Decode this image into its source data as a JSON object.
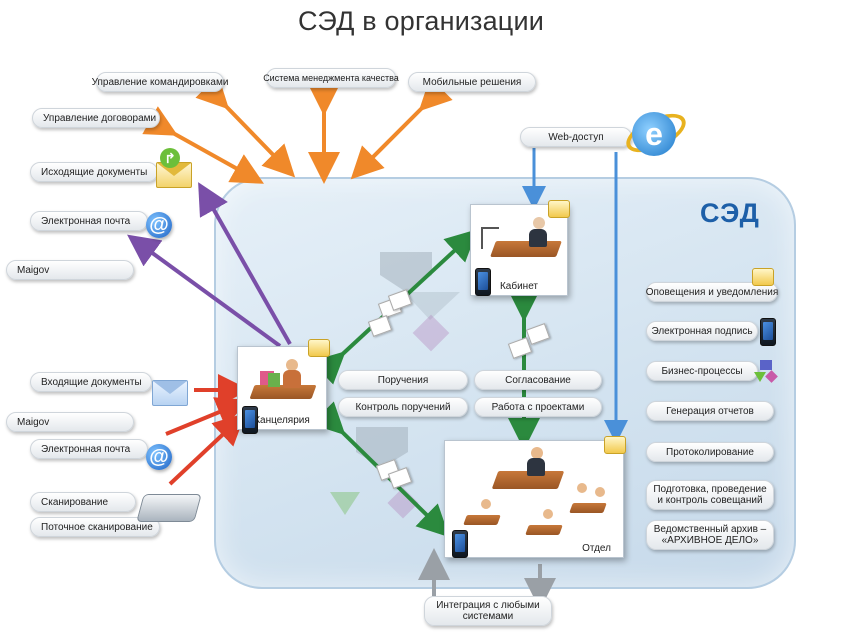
{
  "title": "СЭД в организации",
  "center_label": "СЭД",
  "top_systems": [
    "Управление командировками",
    "Система менеджмента качества",
    "Мобильные решения"
  ],
  "web_access": "Web-доступ",
  "left_outgoing": [
    "Управление договорами",
    "Исходящие документы",
    "Электронная почта",
    "Maigov"
  ],
  "left_incoming": [
    "Входящие документы",
    "Maigov",
    "Электронная почта",
    "Сканирование",
    "Поточное сканирование"
  ],
  "offices": {
    "chancellery": "Канцелярия",
    "cabinet": "Кабинет",
    "department": "Отдел"
  },
  "functions": [
    "Поручения",
    "Согласование",
    "Контроль поручений",
    "Работа с проектами"
  ],
  "features": [
    "Оповещения и уведомления",
    "Электронная подпись",
    "Бизнес-процессы",
    "Генерация отчетов",
    "Протоколирование",
    "Подготовка, проведение и контроль совещаний",
    "Ведомственный архив – «АРХИВНОЕ ДЕЛО»"
  ],
  "integration": "Интеграция с любыми системами",
  "colors": {
    "orange": "#f0892a",
    "purple": "#7a4fa8",
    "red": "#e0402a",
    "green": "#2b8a3e",
    "blue": "#4a90d9",
    "gray": "#9aa0a6",
    "sed": "#1d5fa8"
  },
  "icons": [
    "at-icon",
    "envelope-icon",
    "scanner-icon",
    "ie-icon",
    "phone-icon",
    "business-process-icon"
  ]
}
